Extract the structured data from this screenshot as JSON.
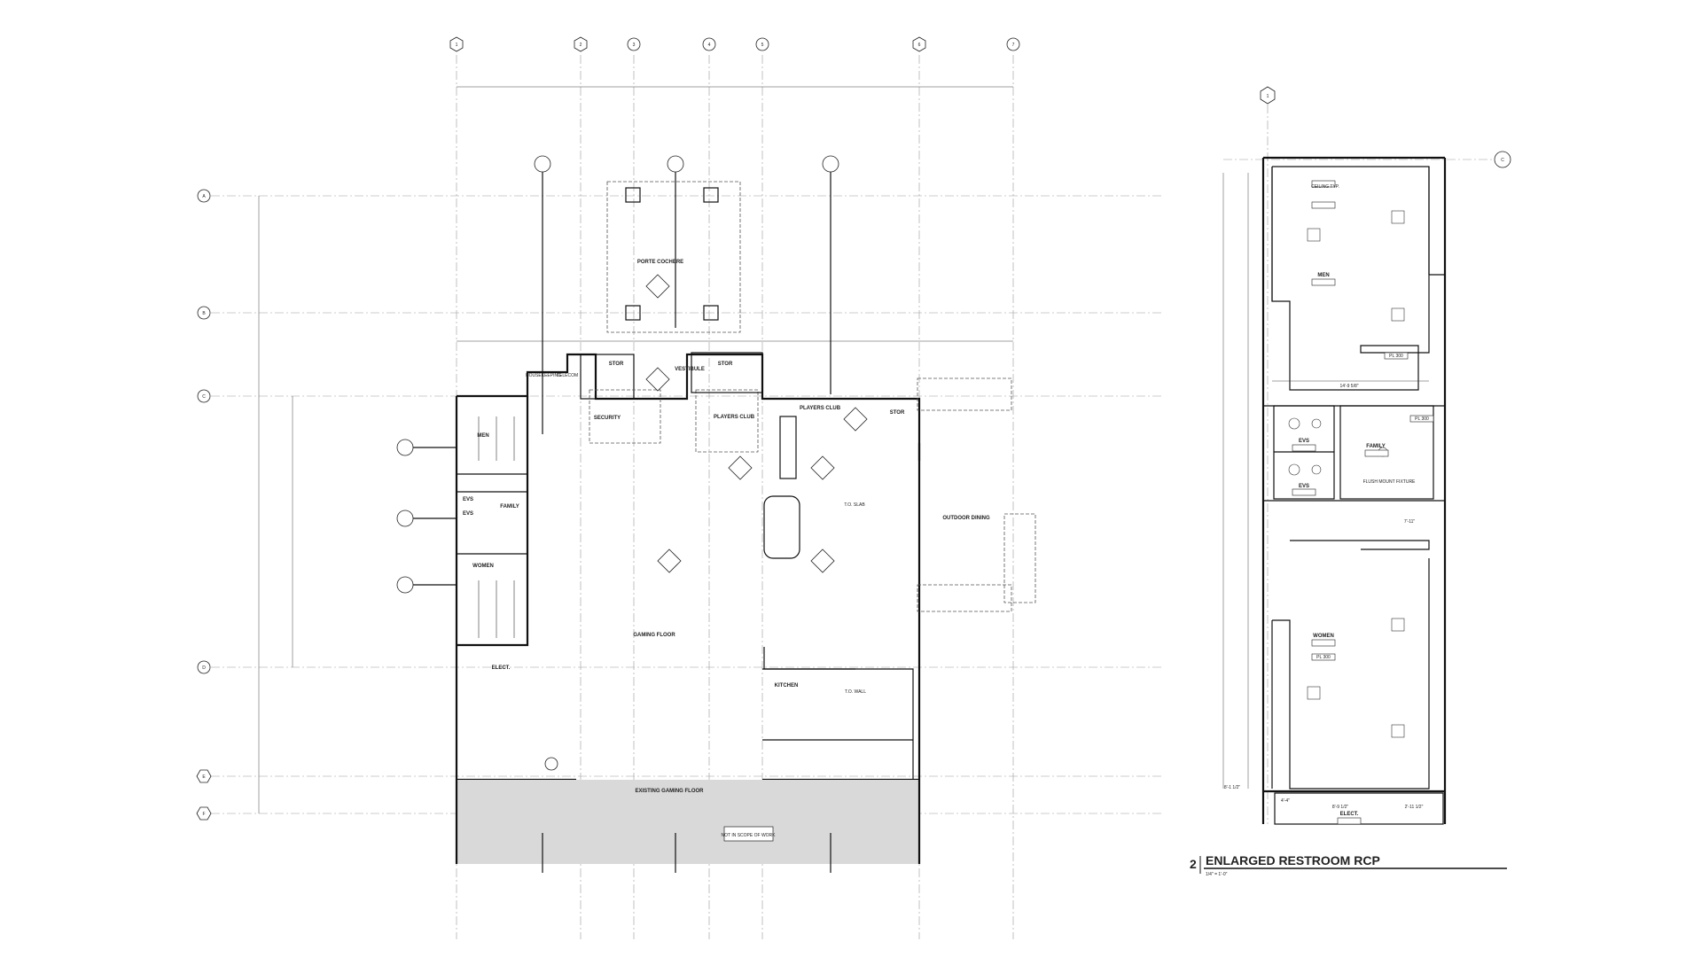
{
  "plan_main": {
    "grid_columns": [
      "1",
      "2",
      "3",
      "4",
      "5",
      "6",
      "7"
    ],
    "grid_rows": [
      "A",
      "B",
      "C",
      "D",
      "E",
      "F"
    ],
    "rooms": [
      {
        "id": "men",
        "label": "MEN"
      },
      {
        "id": "evs-1",
        "label": "EVS"
      },
      {
        "id": "evs-2",
        "label": "EVS"
      },
      {
        "id": "family",
        "label": "FAMILY"
      },
      {
        "id": "women",
        "label": "WOMEN"
      },
      {
        "id": "elect",
        "label": "ELECT."
      },
      {
        "id": "housekeeping",
        "label": "HOUSEKEEPING"
      },
      {
        "id": "telecom",
        "label": "TELECOM"
      },
      {
        "id": "stor-1",
        "label": "STOR"
      },
      {
        "id": "stor-2",
        "label": "STOR"
      },
      {
        "id": "stor-3",
        "label": "STOR"
      },
      {
        "id": "security",
        "label": "SECURITY"
      },
      {
        "id": "vestibule",
        "label": "VESTIBULE"
      },
      {
        "id": "porte-cochere",
        "label": "PORTE COCHERE"
      },
      {
        "id": "players-club-1",
        "label": "PLAYERS CLUB"
      },
      {
        "id": "players-club-2",
        "label": "PLAYERS CLUB"
      },
      {
        "id": "gaming-floor",
        "label": "GAMING FLOOR"
      },
      {
        "id": "kitchen",
        "label": "KITCHEN"
      },
      {
        "id": "outdoor-dining",
        "label": "OUTDOOR DINING"
      },
      {
        "id": "existing-gaming-floor",
        "label": "EXISTING GAMING FLOOR"
      }
    ],
    "notes": {
      "not_in_scope": "NOT IN SCOPE OF WORK",
      "ceiling_note_1": "T.O. SLAB",
      "ceiling_note_2": "T.O. WALL"
    }
  },
  "plan_enlarged": {
    "rooms": [
      {
        "id": "r-men",
        "label": "MEN"
      },
      {
        "id": "r-family",
        "label": "FAMILY"
      },
      {
        "id": "r-evs-1",
        "label": "EVS"
      },
      {
        "id": "r-evs-2",
        "label": "EVS"
      },
      {
        "id": "r-women",
        "label": "WOMEN"
      },
      {
        "id": "r-elect",
        "label": "ELECT."
      }
    ],
    "dims": {
      "d1": "14'-9 5/8\"",
      "d2": "8'-9 1/2\"",
      "d3": "2'-11 1/2\"",
      "d4": "7'-11\"",
      "d5": "8'-1 1/2\"",
      "d6": "4'-4\""
    },
    "tags": {
      "pl1": "PL 300",
      "pl2": "PL 300",
      "pl3": "PL 300",
      "ceil": "CEILING TYP.",
      "flush": "FLUSH MOUNT FIXTURE"
    }
  },
  "drawing_title": {
    "number": "2",
    "title": "ENLARGED RESTROOM RCP",
    "scale": "1/4\" = 1'-0\""
  }
}
